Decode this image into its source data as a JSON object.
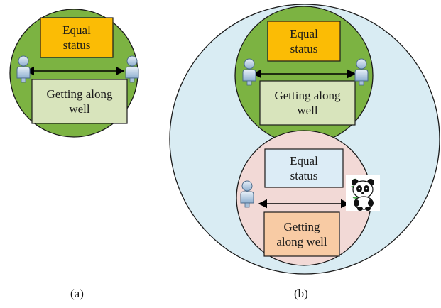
{
  "panel_a": {
    "caption": "(a)",
    "equal_status": "Equal\nstatus",
    "getting_along": "Getting along\nwell",
    "colors": {
      "circle": "#7cb342",
      "equal_box": "#fbbc05",
      "along_box": "#d8e4bc"
    }
  },
  "panel_b": {
    "caption": "(b)",
    "top": {
      "equal_status": "Equal\nstatus",
      "getting_along": "Getting along\nwell"
    },
    "bottom": {
      "equal_status": "Equal\nstatus",
      "getting_along": "Getting\nalong well"
    },
    "colors": {
      "outer_circle": "#d9ecf3",
      "top_circle": "#7cb342",
      "bottom_circle": "#f2d9d6",
      "top_equal_box": "#fbbc05",
      "top_along_box": "#d8e4bc",
      "bottom_equal_box": "#dcecf6",
      "bottom_along_box": "#f8cba4"
    }
  },
  "icons": [
    "person-icon",
    "panda-icon",
    "double-arrow-icon"
  ]
}
